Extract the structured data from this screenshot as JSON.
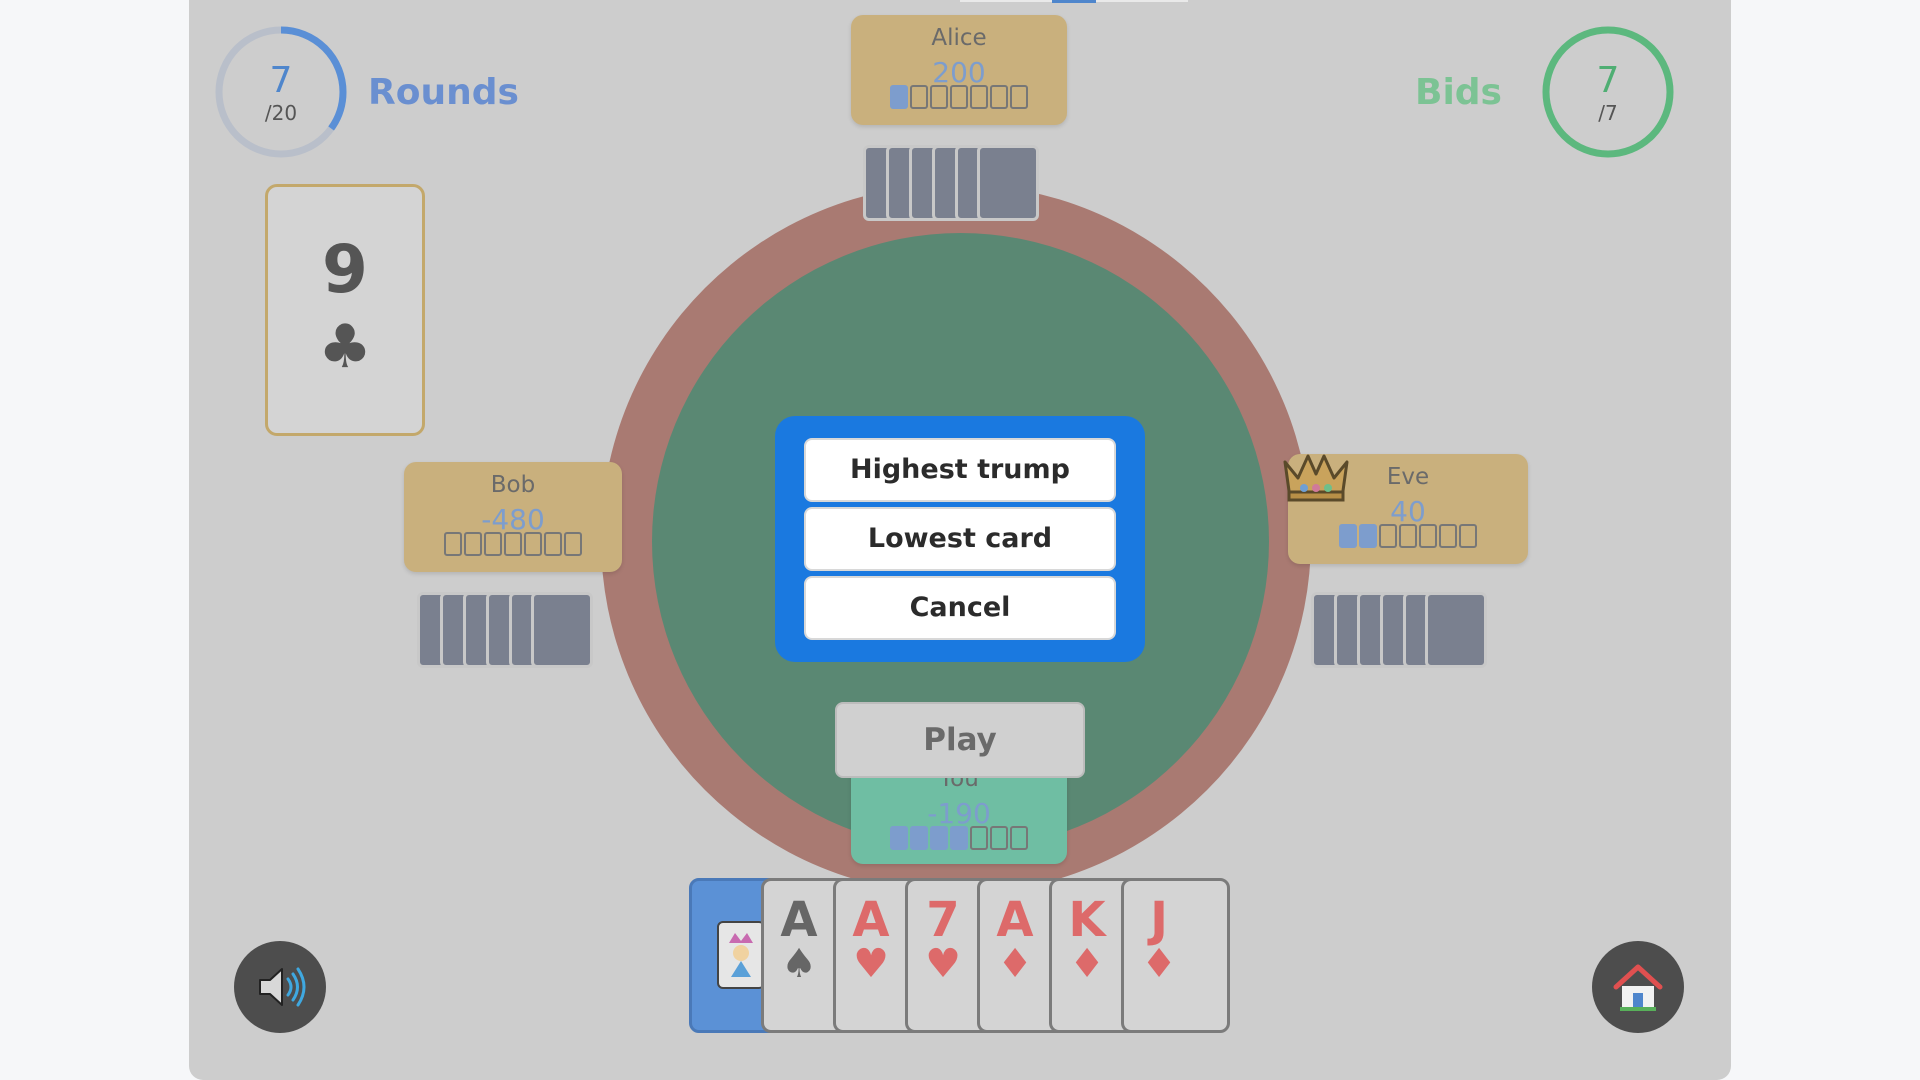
{
  "rounds": {
    "current": "7",
    "total": "/20",
    "label": "Rounds",
    "progress": 0.35,
    "color": "#4f86cc"
  },
  "bids": {
    "current": "7",
    "total": "/7",
    "label": "Bids",
    "progress": 1.0,
    "color": "#4fae73"
  },
  "trump_card": {
    "rank": "9",
    "suit": "♣"
  },
  "players": {
    "alice": {
      "name": "Alice",
      "score": "200",
      "tricks": [
        true,
        false,
        false,
        false,
        false,
        false,
        false
      ]
    },
    "bob": {
      "name": "Bob",
      "score": "-480",
      "tricks": [
        false,
        false,
        false,
        false,
        false,
        false,
        false
      ]
    },
    "eve": {
      "name": "Eve",
      "score": "40",
      "tricks": [
        true,
        true,
        false,
        false,
        false,
        false,
        false
      ],
      "dealer": true
    },
    "you": {
      "name": "You",
      "score": "-190",
      "tricks": [
        true,
        true,
        true,
        true,
        false,
        false,
        false
      ]
    }
  },
  "dialog": {
    "highest_trump": "Highest trump",
    "lowest_card": "Lowest card",
    "cancel": "Cancel"
  },
  "play_button": "Play",
  "hand": [
    {
      "rank": "",
      "suit": "",
      "type": "joker"
    },
    {
      "rank": "A",
      "suit": "♠",
      "color": "black"
    },
    {
      "rank": "A",
      "suit": "♥",
      "color": "red"
    },
    {
      "rank": "7",
      "suit": "♥",
      "color": "red"
    },
    {
      "rank": "A",
      "suit": "♦",
      "color": "red"
    },
    {
      "rank": "K",
      "suit": "♦",
      "color": "red"
    },
    {
      "rank": "J",
      "suit": "♦",
      "color": "red"
    }
  ],
  "icons": {
    "sound": "speaker-volume-icon",
    "home": "house-icon",
    "dealer": "crown-icon"
  }
}
